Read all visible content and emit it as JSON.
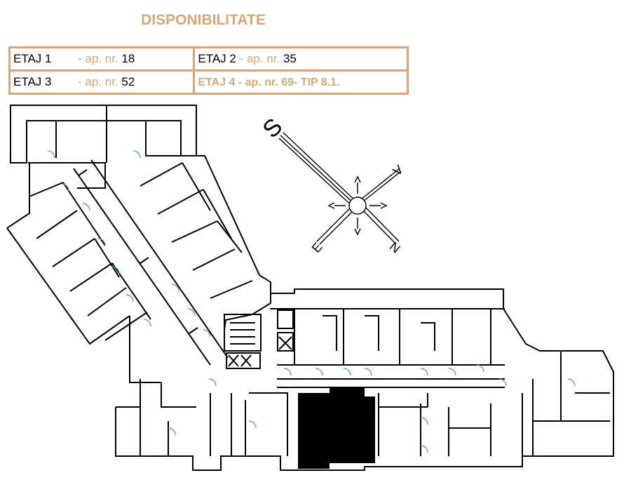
{
  "title": "DISPONIBILITATE",
  "floors": [
    {
      "floor": "ETAJ 1",
      "sep": "- ap. nr.",
      "number": "18"
    },
    {
      "floor": "ETAJ 2",
      "sep": "- ap. nr.",
      "number": "35"
    },
    {
      "floor": "ETAJ  3",
      "sep": "- ap. nr.",
      "number": "52"
    }
  ],
  "highlight": "ETAJ 4 - ap. nr. 69- TIP 8.1.",
  "compass": {
    "s": "S",
    "v": "V",
    "e": "E",
    "n": "N"
  },
  "colors": {
    "accent": "#d9a67a",
    "wall": "#000000",
    "door": "#3cb34a",
    "highlighted_unit": "#000000"
  }
}
